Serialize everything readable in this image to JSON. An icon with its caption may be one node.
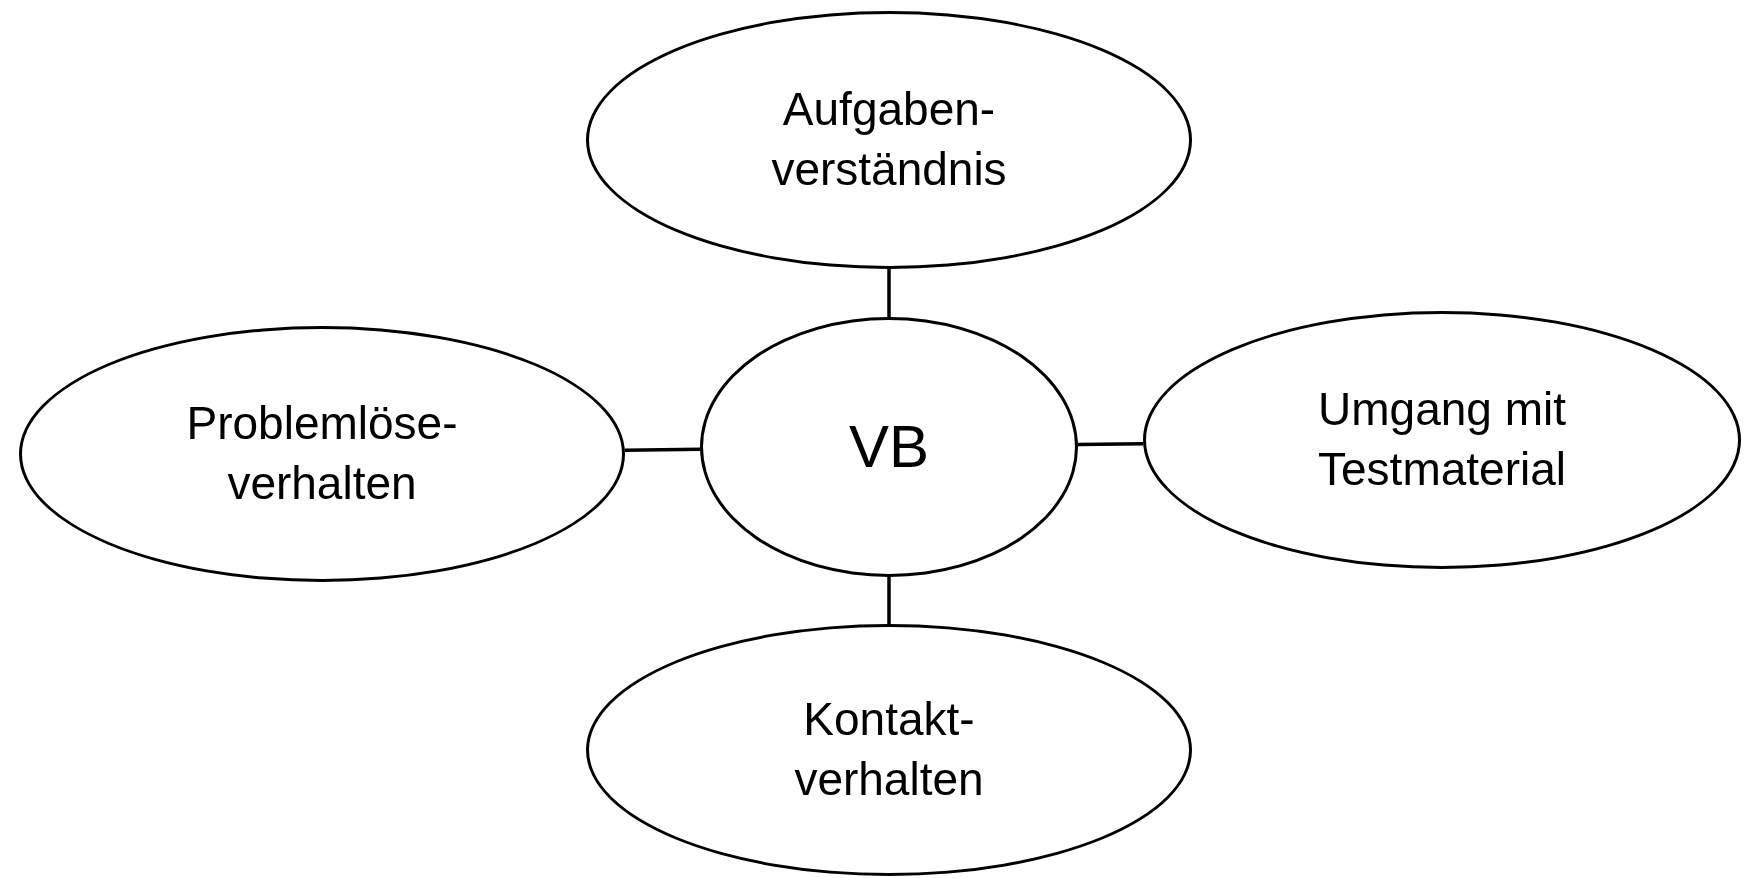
{
  "diagram": {
    "nodes": [
      {
        "text": [
          "Aufgaben- verständnis"
        ]
      },
      {
        "text": [
          "Problemlöse- verhalten"
        ]
      },
      {
        "text": [
          "VB"
        ]
      },
      {
        "text": [
          "Umgang mit Testmaterial"
        ]
      },
      {
        "text": [
          "Kontakt- verhalten"
        ]
      }
    ],
    "edges": [
      {
        "from": 2,
        "to": 0,
        "arrow": "none"
      },
      {
        "from": 2,
        "to": 1,
        "arrow": "none"
      },
      {
        "from": 2,
        "to": 3,
        "arrow": "none"
      },
      {
        "from": 2,
        "to": 4,
        "arrow": "none"
      }
    ]
  }
}
